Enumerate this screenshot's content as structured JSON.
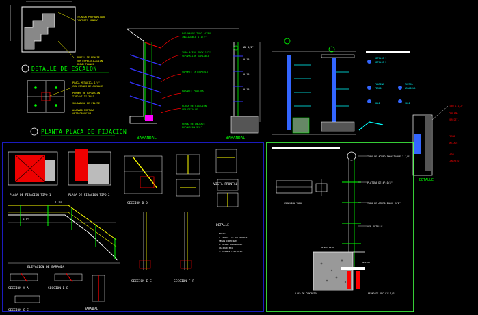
{
  "sheet": {
    "title_stair_detail": "DETALLE DE ESCALON",
    "title_plate_plan": "PLANTA PLACA DE FIJACION",
    "label_fixing_plate_1": "PLACA DE FIJACION TIPO 1",
    "label_fixing_plate_2": "PLACA DE FIJACION TIPO 2",
    "section_aa": "SECCION A-A",
    "section_bb": "SECCION B-B",
    "section_cc": "SECCION C-C",
    "section_dd": "SECCION D-D",
    "section_ee": "SECCION E-E",
    "section_ff": "SECCION F-F",
    "vista_frontal": "VISTA FRONTAL",
    "detalle": "DETALLE",
    "elevation_label": "ELEVACION DE BARANDA",
    "baranda_label": "BARANDAL",
    "cotas": [
      "1.20",
      "0.95",
      "0.15",
      "0.30"
    ],
    "callouts_right_panel": [
      "TUBO DE ACERO INOXIDABLE 1 1/2\"",
      "PLATINA DE 4\"x1/4\"",
      "TUBO DE ACERO INOX. 1/2\"",
      "VER DETALLE",
      "PERNO DE ANCLAJE 1/2\"",
      "LOSA DE CONCRETO"
    ]
  },
  "colors": {
    "background": "#000000",
    "primary_line": "#ffffff",
    "accent_green": "#00ff00",
    "accent_red": "#ff0000",
    "accent_blue": "#3333ff",
    "accent_cyan": "#00ffff",
    "accent_yellow": "#ffff00",
    "frame_blue": "#2222ee",
    "frame_green": "#44ff44"
  }
}
